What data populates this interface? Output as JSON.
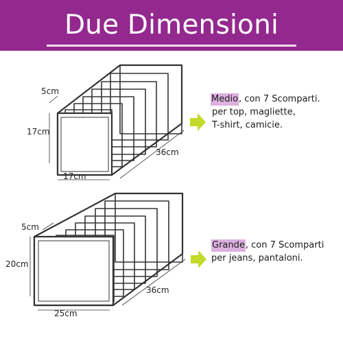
{
  "banner": {
    "title": "Due Dimensioni",
    "background": "#93298f",
    "text_color": "#ffffff"
  },
  "arrow_color": "#c5d92b",
  "highlight_color": "#dcb0df",
  "organizers": [
    {
      "name": "Medio",
      "compartments": 7,
      "dims": {
        "depth": "5cm",
        "height": "17cm",
        "width": "17cm",
        "length": "36cm"
      },
      "desc_line1_after": ", con 7 Scomparti.",
      "desc_line2": "per top, magliette,",
      "desc_line3": "T-shirt,    camicie."
    },
    {
      "name": "Grande",
      "compartments": 7,
      "dims": {
        "depth": "5cm",
        "height": "20cm",
        "width": "25cm",
        "length": "36cm"
      },
      "desc_line1_after": ", con 7 Scomparti",
      "desc_line2": "per jeans, pantaloni.",
      "desc_line3": ""
    }
  ]
}
